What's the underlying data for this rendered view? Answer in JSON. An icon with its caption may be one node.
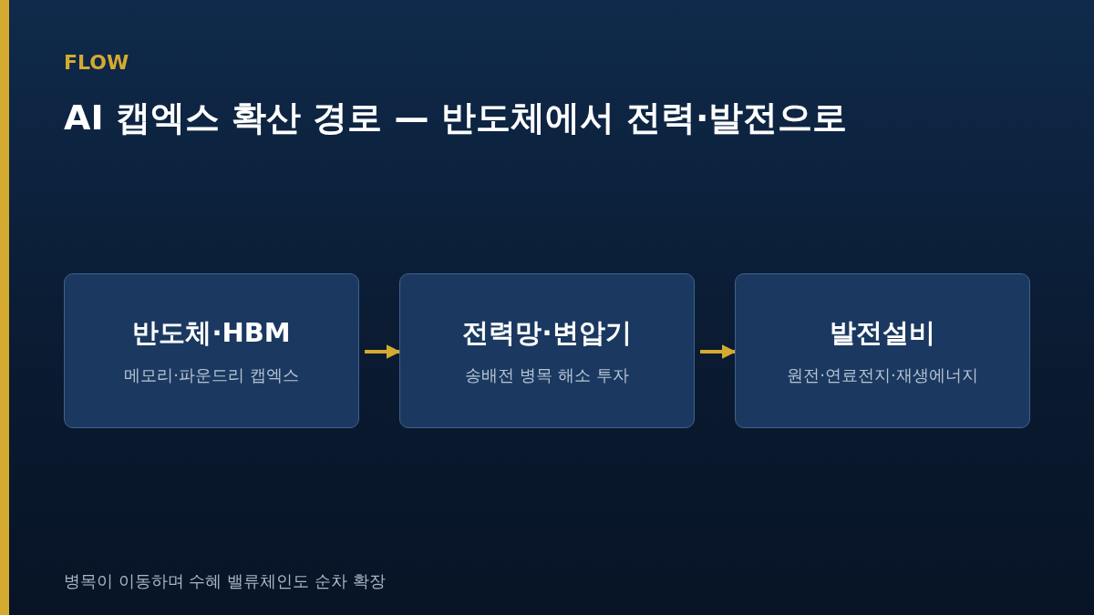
{
  "diagram": {
    "title": "AI 캡엑스 확산 경로 — 반도체에서 전력·발전으로",
    "caption": "병목이 이동하며 수혜 밸류체인도 순차 확장",
    "labels": [
      "FLOW"
    ],
    "nodes": [
      {
        "text": [
          "반도체·HBM",
          "메모리·파운드리 캡엑스"
        ]
      },
      {
        "text": [
          "전력망·변압기",
          "송배전 병목 해소 투자"
        ]
      },
      {
        "text": [
          "발전설비",
          "원전·연료전지·재생에너지"
        ]
      }
    ],
    "edges": [
      {
        "from": 0,
        "to": 1,
        "arrow": "to"
      },
      {
        "from": 1,
        "to": 2,
        "arrow": "to"
      }
    ]
  }
}
